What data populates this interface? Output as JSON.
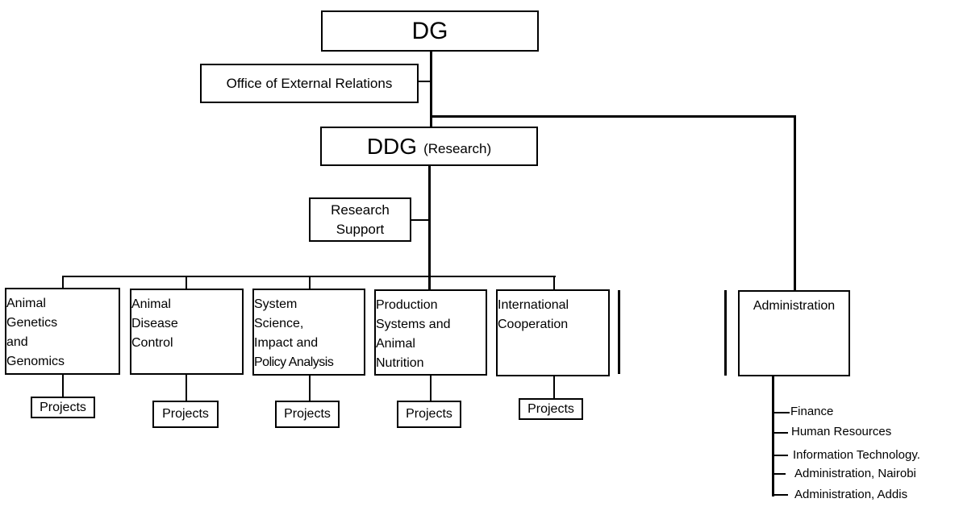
{
  "org_chart": {
    "top": {
      "label": "DG"
    },
    "staff_office": {
      "label": "Office of External Relations"
    },
    "deputy": {
      "label": "DDG",
      "qualifier": "(Research)"
    },
    "support": {
      "label_line1": "Research",
      "label_line2": "Support"
    },
    "departments": [
      {
        "label": "Animal Genetics and Genomics",
        "lines": [
          "Animal",
          "Genetics",
          "and",
          "Genomics"
        ],
        "child": "Projects"
      },
      {
        "label": "Animal Disease Control",
        "lines": [
          "Animal",
          "Disease",
          "Control"
        ],
        "child": "Projects"
      },
      {
        "label": "System Science, Impact and Policy Analysis",
        "lines": [
          "System",
          "Science,",
          "Impact and",
          "Policy Analysis"
        ],
        "child": "Projects"
      },
      {
        "label": "Production Systems and Animal Nutrition",
        "lines": [
          "Production",
          "Systems and",
          "Animal",
          "Nutrition"
        ],
        "child": "Projects"
      },
      {
        "label": "International Cooperation",
        "lines": [
          "International",
          "Cooperation"
        ],
        "child": "Projects"
      }
    ],
    "administration": {
      "label": "Administration",
      "units": [
        "Finance",
        "Human Resources",
        "Information Technology.",
        "Administration, Nairobi",
        "Administration, Addis"
      ]
    }
  }
}
